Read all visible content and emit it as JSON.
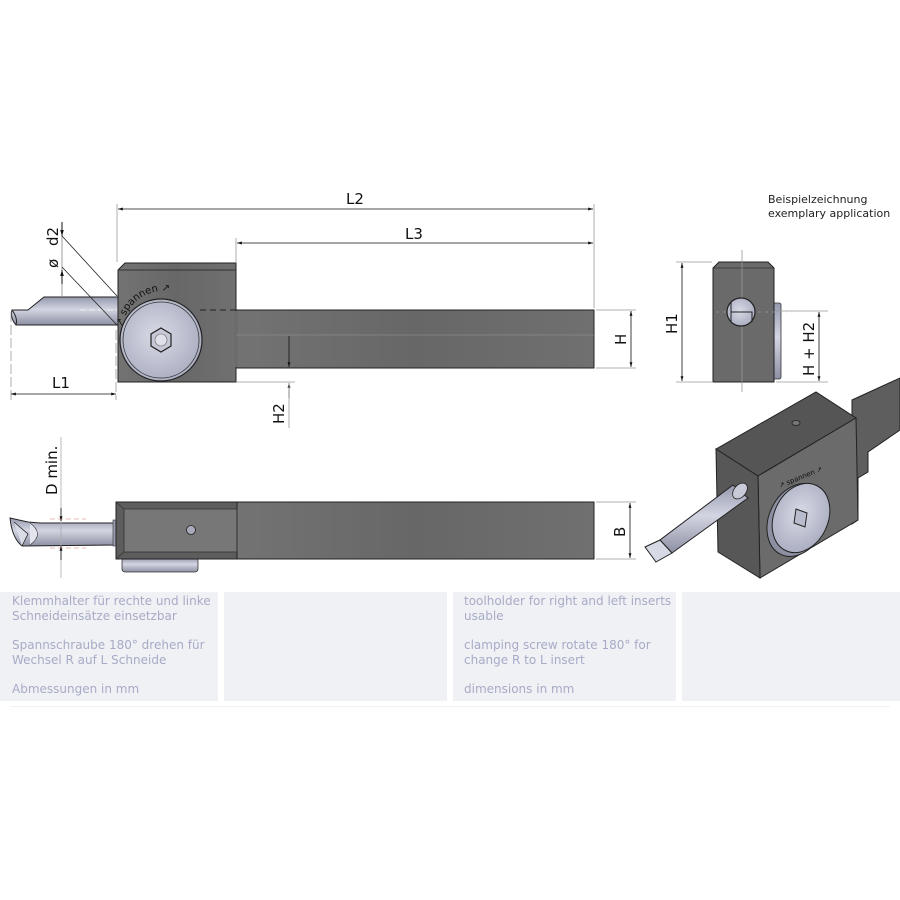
{
  "labels": {
    "L1": "L1",
    "L2": "L2",
    "L3": "L3",
    "H": "H",
    "H1": "H1",
    "H2": "H2",
    "H_plus_H2": "H + H2",
    "B": "B",
    "d2": "d2",
    "phi": "ø",
    "D_min": "D min.",
    "screw_marking": "↗ spannen ↗"
  },
  "note": {
    "de": "Beispielzeichnung",
    "en": "exemplary application"
  },
  "panels": [
    {
      "lines": [
        "Klemmhalter für rechte und linke Schneideinsätze einsetzbar",
        "Spannschraube 180° drehen für Wechsel R auf L Schneide",
        "Abmessungen in mm"
      ]
    },
    {
      "lines": []
    },
    {
      "lines": [
        "toolholder for right and left inserts usable",
        "clamping screw rotate 180° for change R to L insert",
        "dimensions in mm"
      ]
    },
    {
      "lines": []
    }
  ],
  "colors": {
    "body": "#6b6b6b",
    "body_dark": "#4f4f4f",
    "steel": "#b9bccd",
    "panel_bg": "#f0f1f5",
    "panel_text": "#a7abc6",
    "dim_line": "#888888",
    "cut_edge": "#e9a0a0"
  }
}
